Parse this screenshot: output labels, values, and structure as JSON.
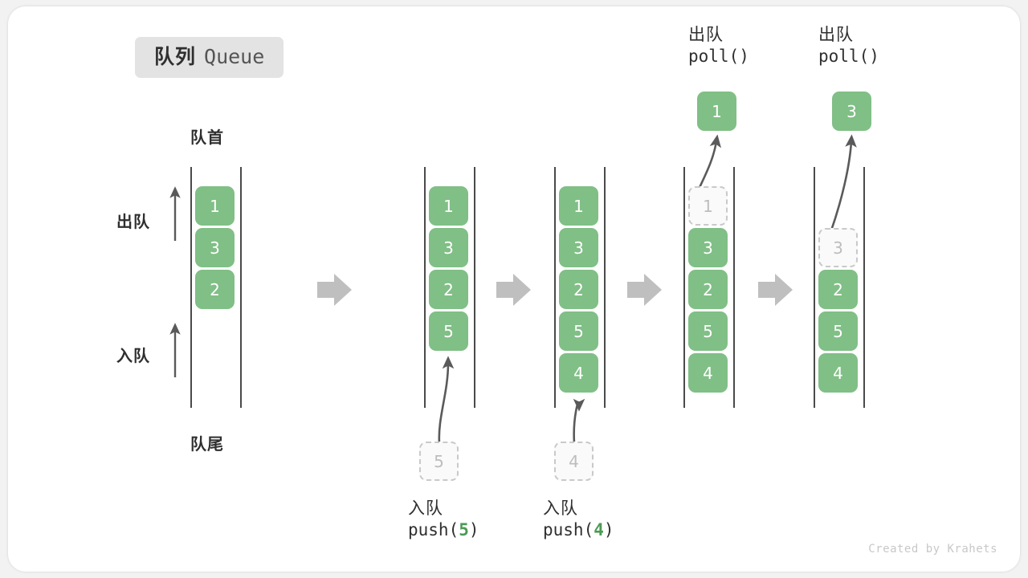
{
  "title": {
    "cn": "队列",
    "en": "Queue"
  },
  "labels": {
    "head": "队首",
    "tail": "队尾",
    "dequeue_side": "出队",
    "enqueue_side": "入队"
  },
  "footer": "Created by Krahets",
  "colors": {
    "cell_fill": "#80bf86",
    "cell_text": "#ffffff",
    "ghost_fill": "#fafafa",
    "ghost_border": "#c9c9c9",
    "ghost_text": "#bdbdbd",
    "rail": "#4a4a4a",
    "step_arrow": "#bfbfbf",
    "accent_number": "#4c9a55",
    "badge_bg": "#e3e3e3",
    "card_bg": "#ffffff",
    "page_bg": "#f2f2f2"
  },
  "operations": {
    "push5": {
      "cn": "入队",
      "fn_prefix": "push(",
      "value": "5",
      "fn_suffix": ")"
    },
    "push4": {
      "cn": "入队",
      "fn_prefix": "push(",
      "value": "4",
      "fn_suffix": ")"
    },
    "poll1": {
      "cn": "出队",
      "code": "poll()"
    },
    "poll2": {
      "cn": "出队",
      "code": "poll()"
    }
  },
  "columns": [
    {
      "id": "state-initial",
      "cells": [
        {
          "value": "1",
          "state": "filled"
        },
        {
          "value": "3",
          "state": "filled"
        },
        {
          "value": "2",
          "state": "filled"
        }
      ]
    },
    {
      "id": "state-after-push5",
      "cells": [
        {
          "value": "1",
          "state": "filled"
        },
        {
          "value": "3",
          "state": "filled"
        },
        {
          "value": "2",
          "state": "filled"
        },
        {
          "value": "5",
          "state": "filled"
        }
      ],
      "incoming": {
        "value": "5",
        "state": "ghost"
      }
    },
    {
      "id": "state-after-push4",
      "cells": [
        {
          "value": "1",
          "state": "filled"
        },
        {
          "value": "3",
          "state": "filled"
        },
        {
          "value": "2",
          "state": "filled"
        },
        {
          "value": "5",
          "state": "filled"
        },
        {
          "value": "4",
          "state": "filled"
        }
      ],
      "incoming": {
        "value": "4",
        "state": "ghost"
      }
    },
    {
      "id": "state-after-poll1",
      "cells": [
        {
          "value": "1",
          "state": "ghost"
        },
        {
          "value": "3",
          "state": "filled"
        },
        {
          "value": "2",
          "state": "filled"
        },
        {
          "value": "5",
          "state": "filled"
        },
        {
          "value": "4",
          "state": "filled"
        }
      ],
      "outgoing": {
        "value": "1",
        "state": "filled"
      }
    },
    {
      "id": "state-after-poll2",
      "cells": [
        {
          "value": "3",
          "state": "ghost"
        },
        {
          "value": "2",
          "state": "filled"
        },
        {
          "value": "5",
          "state": "filled"
        },
        {
          "value": "4",
          "state": "filled"
        }
      ],
      "outgoing": {
        "value": "3",
        "state": "filled"
      }
    }
  ],
  "cells": {
    "c1_1": "1",
    "c1_2": "3",
    "c1_3": "2",
    "c2_1": "1",
    "c2_2": "3",
    "c2_3": "2",
    "c2_4": "5",
    "c2_in": "5",
    "c3_1": "1",
    "c3_2": "3",
    "c3_3": "2",
    "c3_4": "5",
    "c3_5": "4",
    "c3_in": "4",
    "c4_1": "1",
    "c4_2": "3",
    "c4_3": "2",
    "c4_4": "5",
    "c4_5": "4",
    "c4_out": "1",
    "c5_1": "3",
    "c5_2": "2",
    "c5_3": "5",
    "c5_4": "4",
    "c5_out": "3"
  }
}
